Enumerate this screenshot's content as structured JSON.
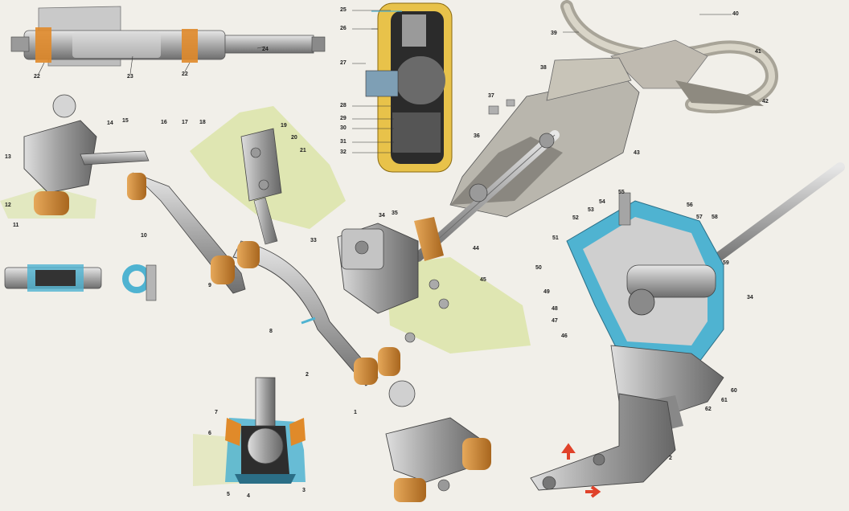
{
  "callouts": {
    "n1": "1",
    "n2a": "2",
    "n2b": "2",
    "n3": "3",
    "n4": "4",
    "n5": "5",
    "n6": "6",
    "n7": "7",
    "n8": "8",
    "n9": "9",
    "n10": "10",
    "n11": "11",
    "n12": "12",
    "n13": "13",
    "n14": "14",
    "n15": "15",
    "n16": "16",
    "n17": "17",
    "n18": "18",
    "n19": "19",
    "n20": "20",
    "n21": "21",
    "n22a": "22",
    "n22b": "22",
    "n23": "23",
    "n24": "24",
    "n25": "25",
    "n26": "26",
    "n27": "27",
    "n28": "28",
    "n29": "29",
    "n30": "30",
    "n31": "31",
    "n32": "32",
    "n33": "33",
    "n34a": "34",
    "n34b": "34",
    "n35": "35",
    "n36": "36",
    "n37": "37",
    "n38": "38",
    "n39": "39",
    "n40": "40",
    "n41": "41",
    "n42": "42",
    "n43": "43",
    "n44": "44",
    "n45": "45",
    "n46": "46",
    "n47": "47",
    "n48": "48",
    "n49": "49",
    "n50": "50",
    "n51": "51",
    "n52": "52",
    "n53": "53",
    "n54": "54",
    "n55": "55",
    "n56": "56",
    "n57": "57",
    "n58": "58",
    "n59": "59",
    "n60": "60",
    "n61": "61",
    "n62": "62"
  },
  "colors": {
    "background": "#f1efe9",
    "metal": "#a9a9a9",
    "metal_dark": "#6e6e6e",
    "rubber": "#c8893a",
    "cutaway_blue": "#4fb3d1",
    "panel_green": "#dfe6b2",
    "housing_yellow": "#e8c24a",
    "arrow_red": "#e0422a"
  }
}
